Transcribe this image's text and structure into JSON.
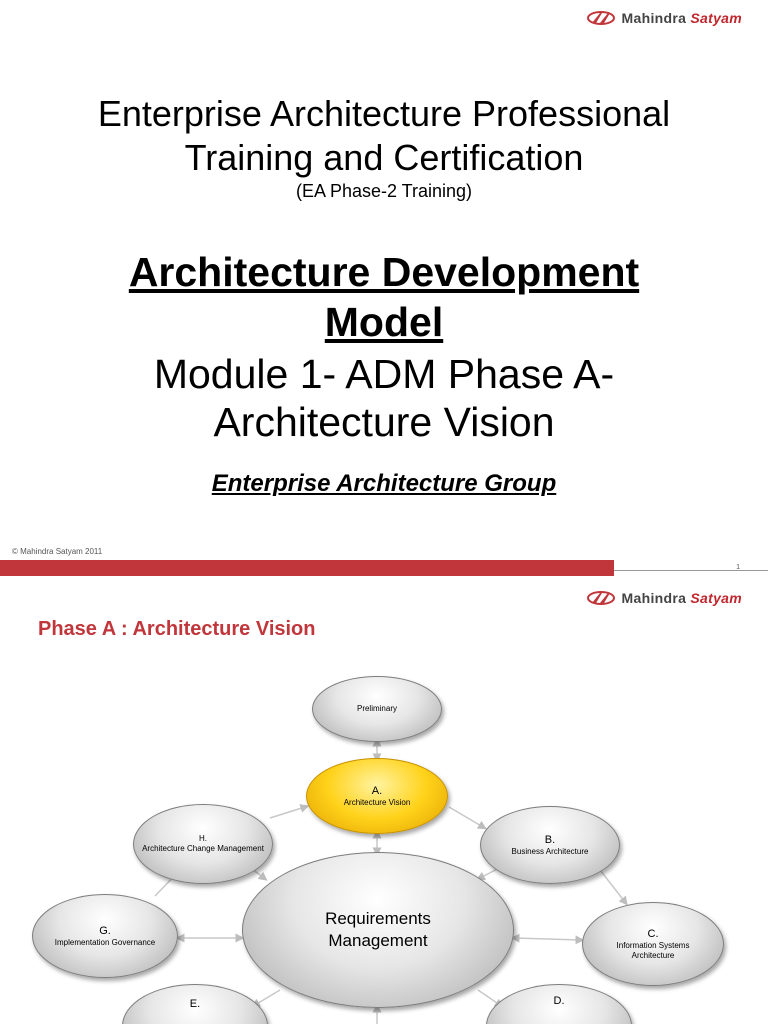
{
  "brand": {
    "name_a": "Mahindra",
    "name_b": "Satyam",
    "accent": "#c1363b"
  },
  "slide1": {
    "title_line1": "Enterprise Architecture Professional",
    "title_line2": "Training and Certification",
    "subtitle": "(EA Phase-2 Training)",
    "heading_line1": "Architecture Development",
    "heading_line2": "Model",
    "module_line1": "Module 1- ADM Phase A-",
    "module_line2": "Architecture Vision",
    "group": "Enterprise Architecture Group",
    "copyright": "© Mahindra Satyam 2011",
    "page_number": "1"
  },
  "slide2": {
    "title": "Phase A : Architecture Vision",
    "nodes": {
      "preliminary": {
        "label": "Preliminary"
      },
      "a": {
        "letter": "A.",
        "label": "Architecture Vision"
      },
      "b": {
        "letter": "B.",
        "label": "Business Architecture"
      },
      "c": {
        "letter": "C.",
        "label": "Information Systems Architecture"
      },
      "d": {
        "letter": "D."
      },
      "e": {
        "letter": "E."
      },
      "g": {
        "letter": "G.",
        "label": "Implementation Governance"
      },
      "h": {
        "letter": "H.",
        "label": "Architecture Change Management"
      },
      "requirements": {
        "label": "Requirements Management"
      }
    }
  }
}
